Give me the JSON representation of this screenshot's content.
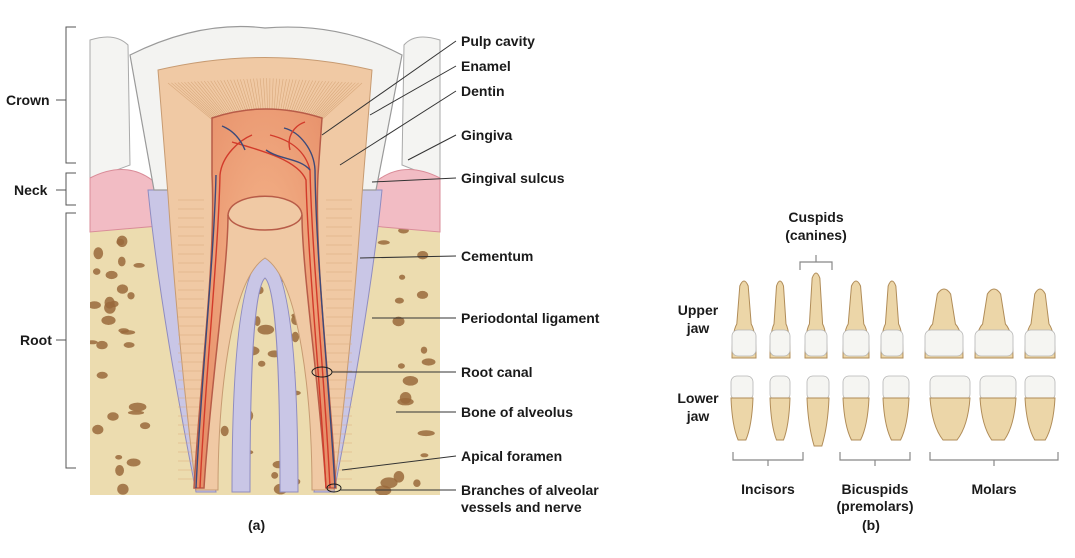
{
  "panel_a": {
    "caption": "(a)",
    "regions": {
      "crown": "Crown",
      "neck": "Neck",
      "root": "Root"
    },
    "labels": {
      "pulp_cavity": "Pulp cavity",
      "enamel": "Enamel",
      "dentin": "Dentin",
      "gingiva": "Gingiva",
      "gingival_sulcus": "Gingival sulcus",
      "cementum": "Cementum",
      "periodontal_ligament": "Periodontal ligament",
      "root_canal": "Root canal",
      "bone_of_alveolus": "Bone of alveolus",
      "apical_foramen": "Apical foramen",
      "branches_line1": "Branches of alveolar",
      "branches_line2": "vessels and nerve"
    }
  },
  "panel_b": {
    "caption": "(b)",
    "cuspids_line1": "Cuspids",
    "cuspids_line2": "(canines)",
    "upper_jaw_line1": "Upper",
    "upper_jaw_line2": "jaw",
    "lower_jaw_line1": "Lower",
    "lower_jaw_line2": "jaw",
    "incisors": "Incisors",
    "bicuspids_line1": "Bicuspids",
    "bicuspids_line2": "(premolars)",
    "molars": "Molars"
  },
  "colors": {
    "enamel": "#f3f3f1",
    "dentin": "#f0c9a4",
    "pulp": "#eea47e",
    "bone": "#ecdcaf",
    "gingiva": "#f2bcc4",
    "ligament": "#c9c6e6",
    "tooth": "#ecd6a8"
  }
}
